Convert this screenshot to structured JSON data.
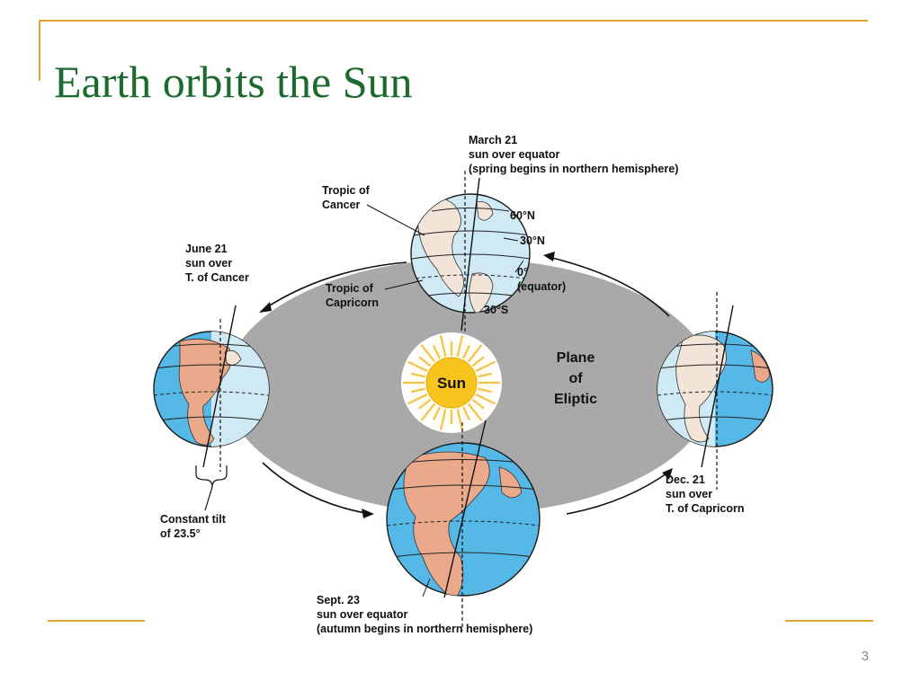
{
  "slide": {
    "title": "Earth orbits the Sun",
    "page_number": "3"
  },
  "diagram": {
    "sun_label": "Sun",
    "plane_label": [
      "Plane",
      "of",
      "Eliptic"
    ],
    "march": [
      "March 21",
      "sun over equator",
      "(spring begins in northern hemisphere)"
    ],
    "june": [
      "June 21",
      "sun over",
      "T. of Cancer"
    ],
    "sept": [
      "Sept. 23",
      "sun over equator",
      "(autumn begins in northern hemisphere)"
    ],
    "dec": [
      "Dec. 21",
      "sun over",
      "T. of Capricorn"
    ],
    "tropic_cancer": [
      "Tropic of",
      "Cancer"
    ],
    "tropic_capricorn": [
      "Tropic of",
      "Capricorn"
    ],
    "latitudes": {
      "n60": "60°N",
      "n30": "30°N",
      "eq": "0°",
      "eq_paren": "(equator)",
      "s30": "30°S"
    },
    "tilt": [
      "Constant tilt",
      "of 23.5°"
    ],
    "colors": {
      "ocean": "#55b8e6",
      "ocean_light": "#cfe9f5",
      "land": "#eaa98a",
      "land_light": "#f3e4d8",
      "plane": "#a9a9a9",
      "sun": "#f7c51e",
      "rays": "#f3c34a",
      "title": "#1d6a2f",
      "accent": "#e0a52e"
    }
  }
}
